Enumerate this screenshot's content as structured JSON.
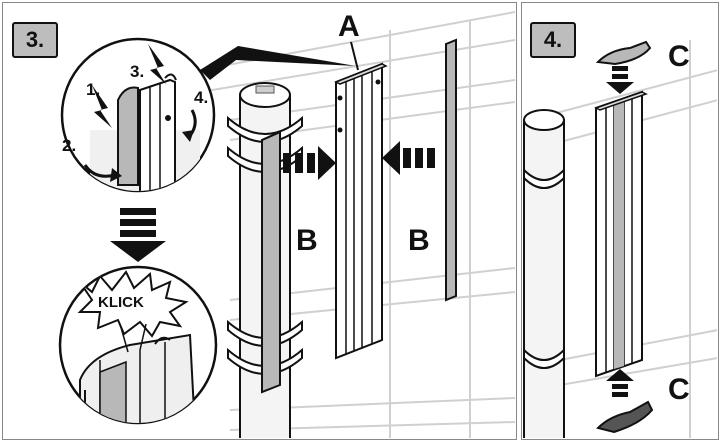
{
  "steps": {
    "left": {
      "number": "3."
    },
    "right": {
      "number": "4."
    }
  },
  "labels": {
    "a": "A",
    "b_left": "B",
    "b_right": "B",
    "c_top": "C",
    "c_bottom": "C"
  },
  "inset": {
    "sub1": "1.",
    "sub2": "2.",
    "sub3": "3.",
    "sub4": "4.",
    "klick": "KLICK"
  },
  "colors": {
    "line": "#111111",
    "grid": "#d0d0d0",
    "post_fill": "#f2f2f2",
    "strip_fill": "#b8b8b8",
    "badge_fill": "#bdbdbd"
  }
}
